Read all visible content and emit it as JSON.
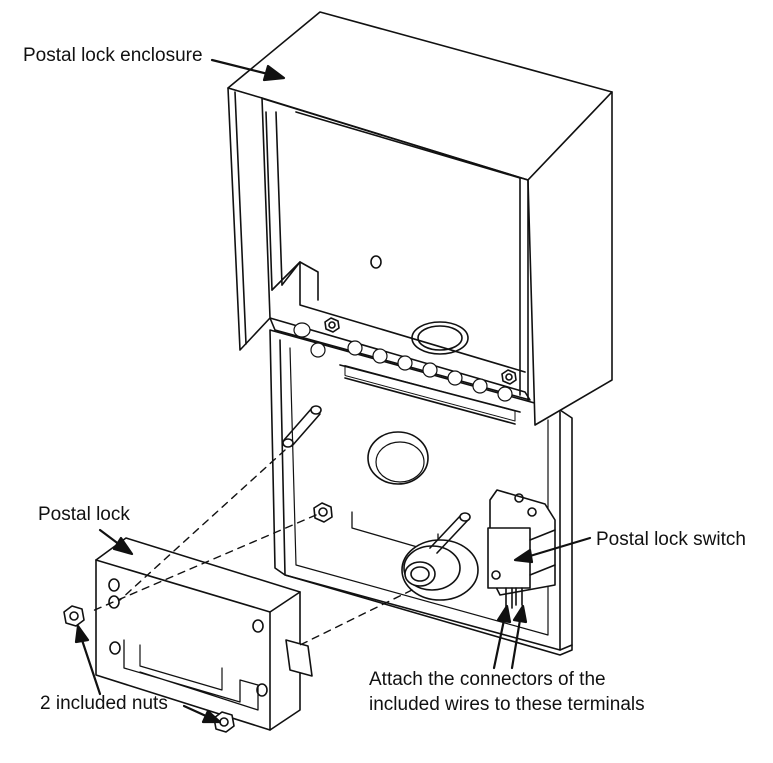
{
  "labels": {
    "enclosure": "Postal lock enclosure",
    "lock": "Postal lock",
    "switch": "Postal lock switch",
    "terminals_line1": "Attach the connectors of the",
    "terminals_line2": "included wires to these terminals",
    "nuts": "2 included nuts"
  },
  "colors": {
    "stroke": "#111111",
    "fill": "#ffffff",
    "shade": "#e6e6e6"
  },
  "parts": [
    "enclosure",
    "back-plate",
    "hinge",
    "postal-lock",
    "nut",
    "nut",
    "switch",
    "cam",
    "screw"
  ]
}
